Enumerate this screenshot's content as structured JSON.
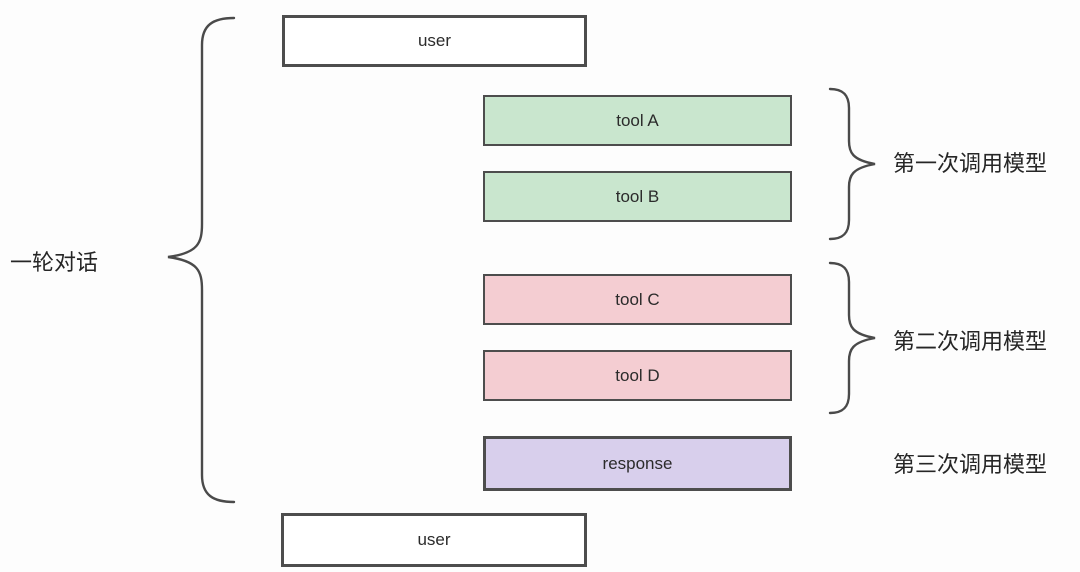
{
  "colors": {
    "canvas-bg": "#fdfdfd",
    "tool-green": "#c9e6ce",
    "tool-pink": "#f4cdd2",
    "response-purple": "#d8cfec",
    "user-fill": "#ffffff",
    "box-border": "#4d4d4d",
    "brace-stroke": "#4a4a4a",
    "label-text": "#262626",
    "box-text": "#2b2b2b"
  },
  "left_annotation": {
    "label": "一轮对话"
  },
  "flow": {
    "user_top": {
      "label": "user"
    },
    "tool_a": {
      "label": "tool A"
    },
    "tool_b": {
      "label": "tool B"
    },
    "tool_c": {
      "label": "tool C"
    },
    "tool_d": {
      "label": "tool D"
    },
    "response": {
      "label": "response"
    },
    "user_bottom": {
      "label": "user"
    }
  },
  "right_annotations": {
    "first_call": {
      "label": "第一次调用模型"
    },
    "second_call": {
      "label": "第二次调用模型"
    },
    "third_call": {
      "label": "第三次调用模型"
    }
  }
}
